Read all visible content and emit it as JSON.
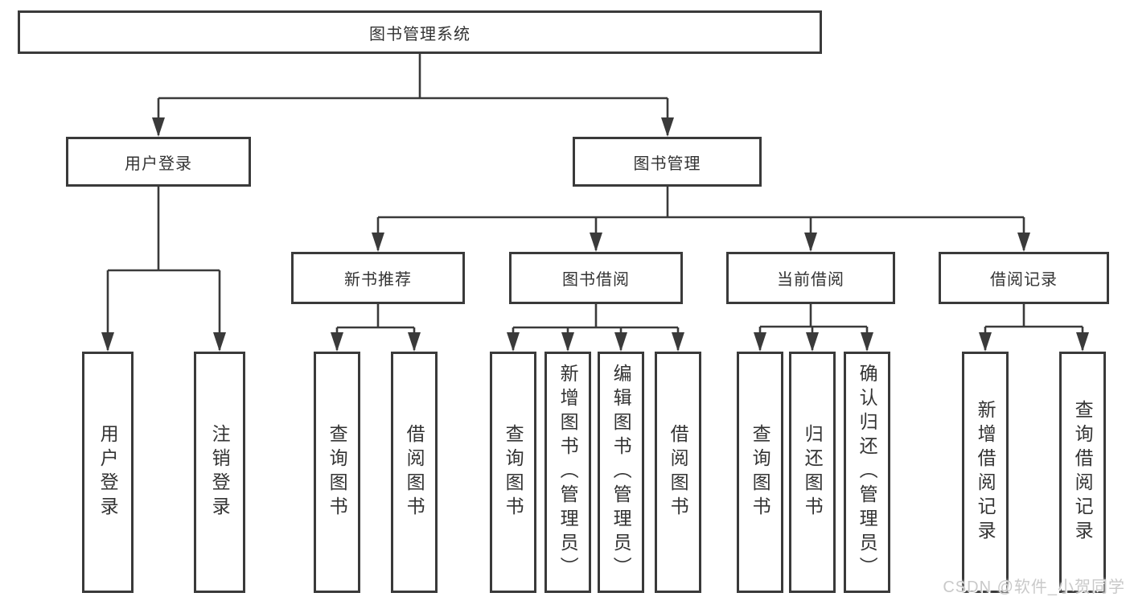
{
  "colors": {
    "line": "#3a3a3a",
    "box_border": "#3a3a3a",
    "text": "#333333",
    "background": "#ffffff",
    "watermark": "#c9c9c9"
  },
  "tree": {
    "label": "图书管理系统",
    "children": [
      {
        "label": "用户登录",
        "children": [
          {
            "label": "用户登录"
          },
          {
            "label": "注销登录"
          }
        ]
      },
      {
        "label": "图书管理",
        "children": [
          {
            "label": "新书推荐",
            "children": [
              {
                "label": "查询图书"
              },
              {
                "label": "借阅图书"
              }
            ]
          },
          {
            "label": "图书借阅",
            "children": [
              {
                "label": "查询图书"
              },
              {
                "label": "新增图书（管理员）"
              },
              {
                "label": "编辑图书（管理员）"
              },
              {
                "label": "借阅图书"
              }
            ]
          },
          {
            "label": "当前借阅",
            "children": [
              {
                "label": "查询图书"
              },
              {
                "label": "归还图书"
              },
              {
                "label": "确认归还（管理员）"
              }
            ]
          },
          {
            "label": "借阅记录",
            "children": [
              {
                "label": "新增借阅记录"
              },
              {
                "label": "查询借阅记录"
              }
            ]
          }
        ]
      }
    ]
  },
  "watermark": {
    "text": "CSDN @软件_小贺同学"
  }
}
